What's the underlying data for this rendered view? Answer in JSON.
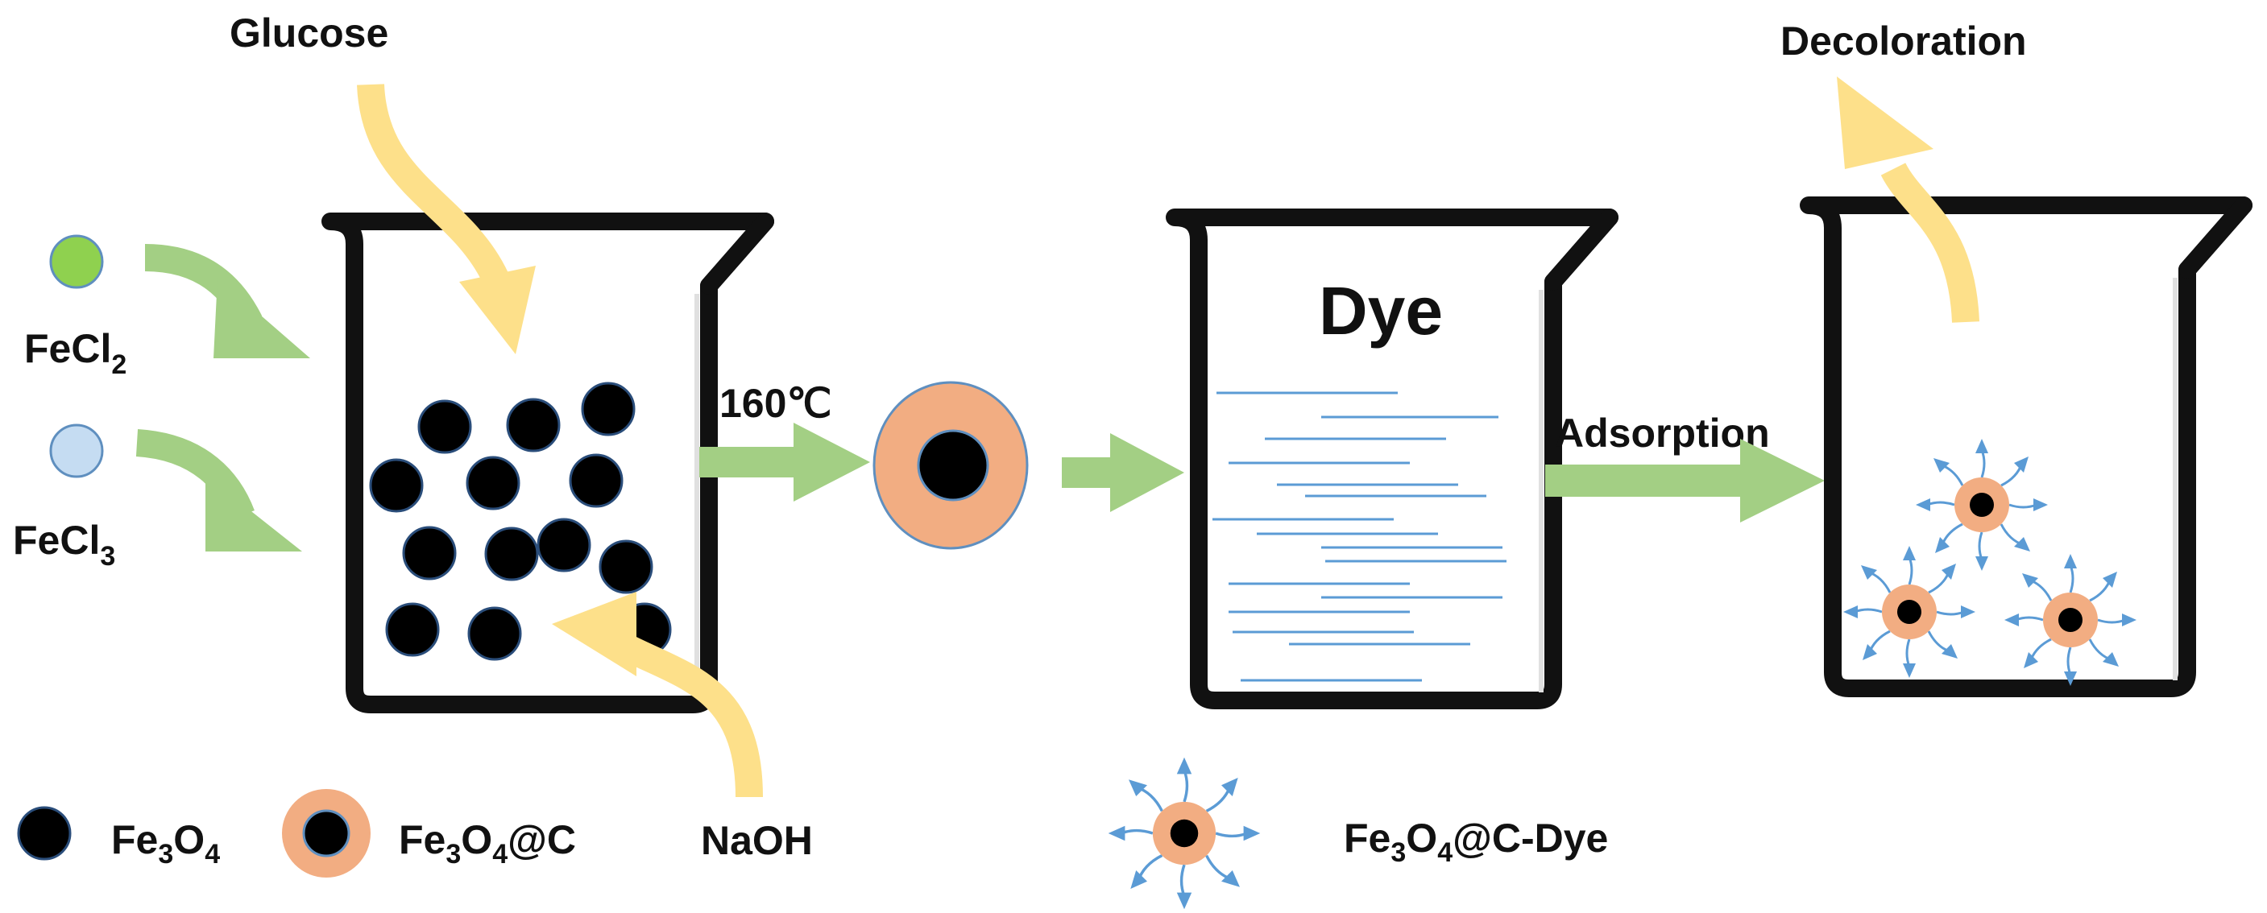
{
  "labels": {
    "glucose": "Glucose",
    "fecl_base": "FeCl",
    "fecl2_sub": "2",
    "fecl3_sub": "3",
    "temperature": "160℃",
    "dye": "Dye",
    "adsorption": "Adsorption",
    "decoloration": "Decoloration",
    "naoh": "NaOH"
  },
  "legend": {
    "fe_base": "Fe",
    "sub3": "3",
    "o_base": "O",
    "sub4": "4",
    "at_c": "@C",
    "at_c_dye": "@C-Dye"
  },
  "colors": {
    "green_arrow": "#a3cf84",
    "yellow_arrow": "#fde08a",
    "fecl2_fill": "#8fd14f",
    "fecl3_fill": "#c5dcf2",
    "shell": "#f2ad82",
    "core": "#000000",
    "dye_line": "#5b9bd5",
    "beaker": "#111111"
  }
}
